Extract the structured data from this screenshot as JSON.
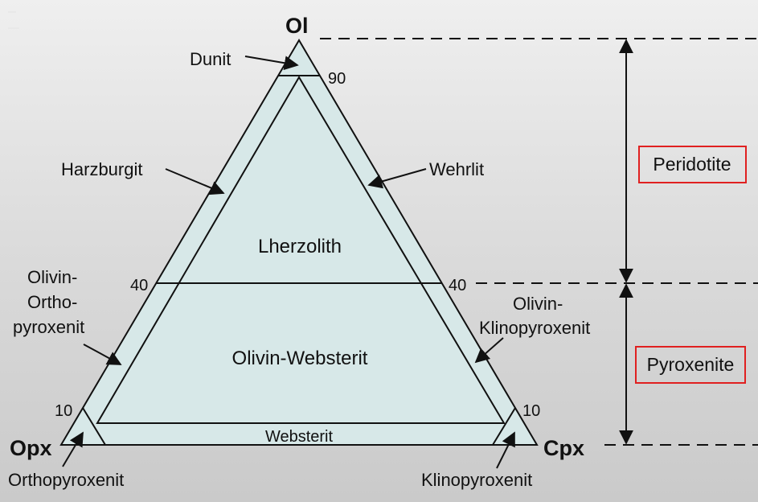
{
  "vertices": {
    "top": "Ol",
    "left": "Opx",
    "right": "Cpx"
  },
  "ticks": {
    "t90": "90",
    "t40_left": "40",
    "t40_right": "40",
    "t10_left": "10",
    "t10_right": "10"
  },
  "fields": {
    "dunit": "Dunit",
    "harzburgit": "Harzburgit",
    "wehrlit": "Wehrlit",
    "lherzolith": "Lherzolith",
    "olivin_websterit": "Olivin-Websterit",
    "websterit": "Websterit",
    "olivin_orthopyroxenit": [
      "Olivin-",
      "Ortho-",
      "pyroxenit"
    ],
    "olivin_klinopyroxenit": [
      "Olivin-",
      "Klinopyroxenit"
    ],
    "orthopyroxenit": "Orthopyroxenit",
    "klinopyroxenit": "Klinopyroxenit"
  },
  "groups": {
    "peridotite": "Peridotite",
    "pyroxenite": "Pyroxenite"
  },
  "colors": {
    "fill": "#d7e8e8",
    "stroke": "#111111",
    "box": "#e02020"
  }
}
